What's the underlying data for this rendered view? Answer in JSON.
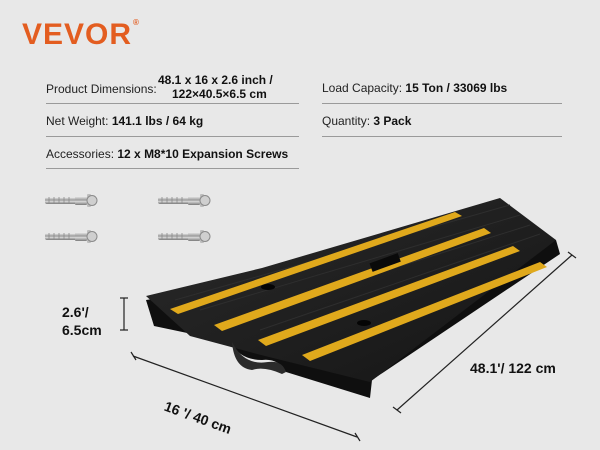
{
  "brand": {
    "name": "VEVOR",
    "mark": "®"
  },
  "specs": {
    "product_dimensions": {
      "label": "Product Dimensions:",
      "value_line1": "48.1 x 16 x 2.6 inch /",
      "value_line2": "122×40.5×6.5 cm"
    },
    "load_capacity": {
      "label": "Load Capacity:",
      "value": "15 Ton / 33069 lbs"
    },
    "net_weight": {
      "label": "Net Weight:",
      "value": "141.1 lbs / 64 kg"
    },
    "quantity": {
      "label": "Quantity:",
      "value": "3 Pack"
    },
    "accessories": {
      "label": "Accessories:",
      "value": "12 x M8*10 Expansion Screws"
    }
  },
  "dimensions": {
    "height_line1": "2.6'/",
    "height_line2": "6.5cm",
    "width": "16 '/ 40 cm",
    "length": "48.1'/ 122 cm"
  },
  "colors": {
    "brand": "#e35d20",
    "ramp": "#1a1a1a",
    "stripe": "#e0a91c"
  },
  "icons": [
    "expansion-screw-icon"
  ]
}
